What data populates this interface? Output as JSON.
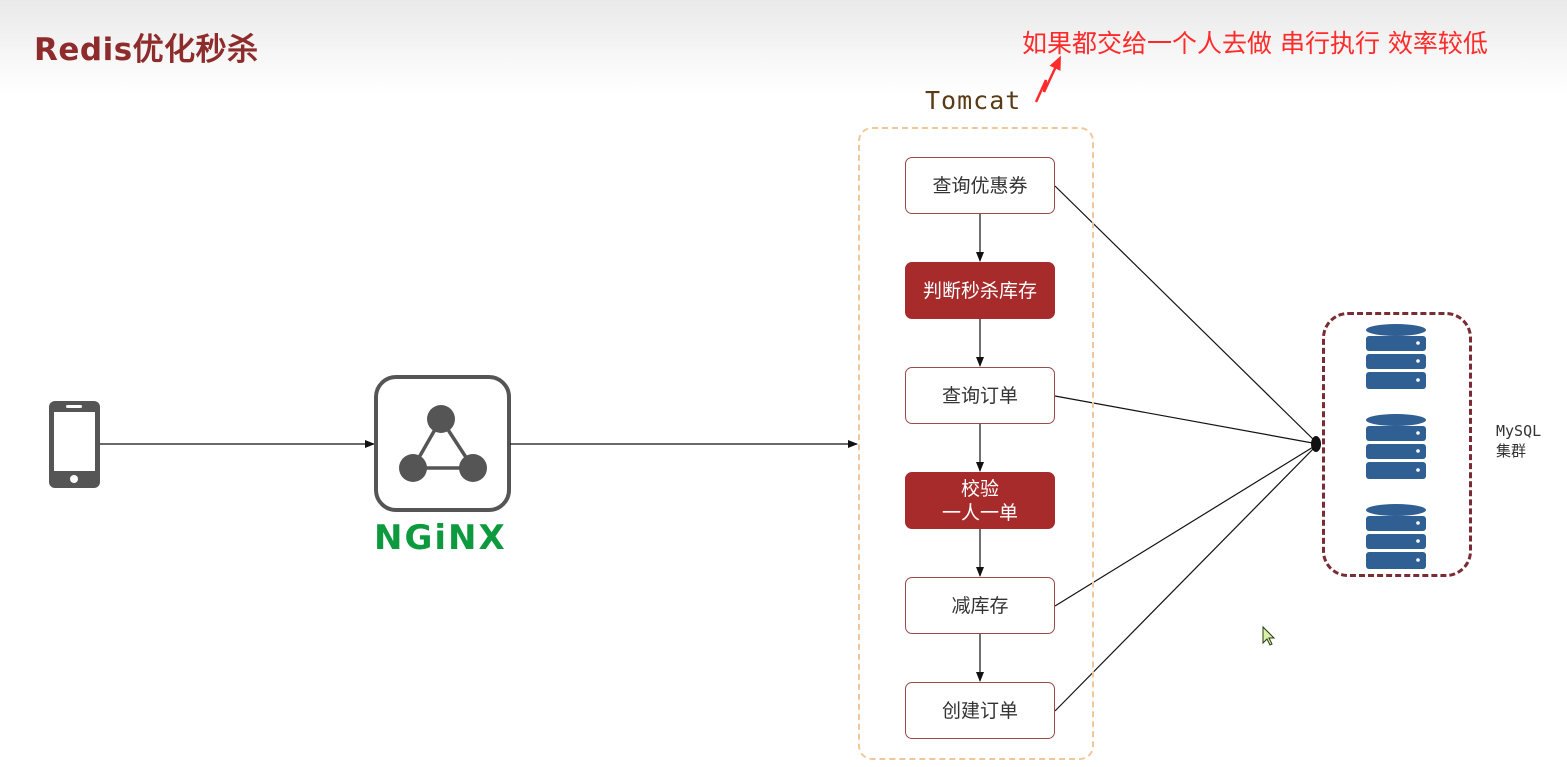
{
  "title": "Redis优化秒杀",
  "annotation": "如果都交给一个人去做 串行执行 效率较低",
  "tomcat": {
    "label": "Tomcat",
    "steps": [
      {
        "label": "查询优惠券",
        "style": "normal"
      },
      {
        "label": "判断秒杀库存",
        "style": "highlight"
      },
      {
        "label": "查询订单",
        "style": "normal"
      },
      {
        "label": "校验\n一人一单",
        "style": "highlight"
      },
      {
        "label": "减库存",
        "style": "normal"
      },
      {
        "label": "创建订单",
        "style": "normal"
      }
    ]
  },
  "nginx": {
    "label": "NGiNX"
  },
  "mysql": {
    "label": "MySQL\n集群"
  },
  "colors": {
    "title": "#8e2b2b",
    "annotation": "#ff2a2a",
    "highlight": "#a72b2b",
    "nginx_green": "#0d9a3e",
    "db_blue": "#2f5f93",
    "cluster_border": "#7a2b33",
    "tomcat_border": "#efc89a"
  },
  "icons": {
    "client": "phone-icon",
    "nginx": "nginx-logo-icon",
    "database": "database-icon",
    "cursor": "mouse-cursor-icon"
  }
}
